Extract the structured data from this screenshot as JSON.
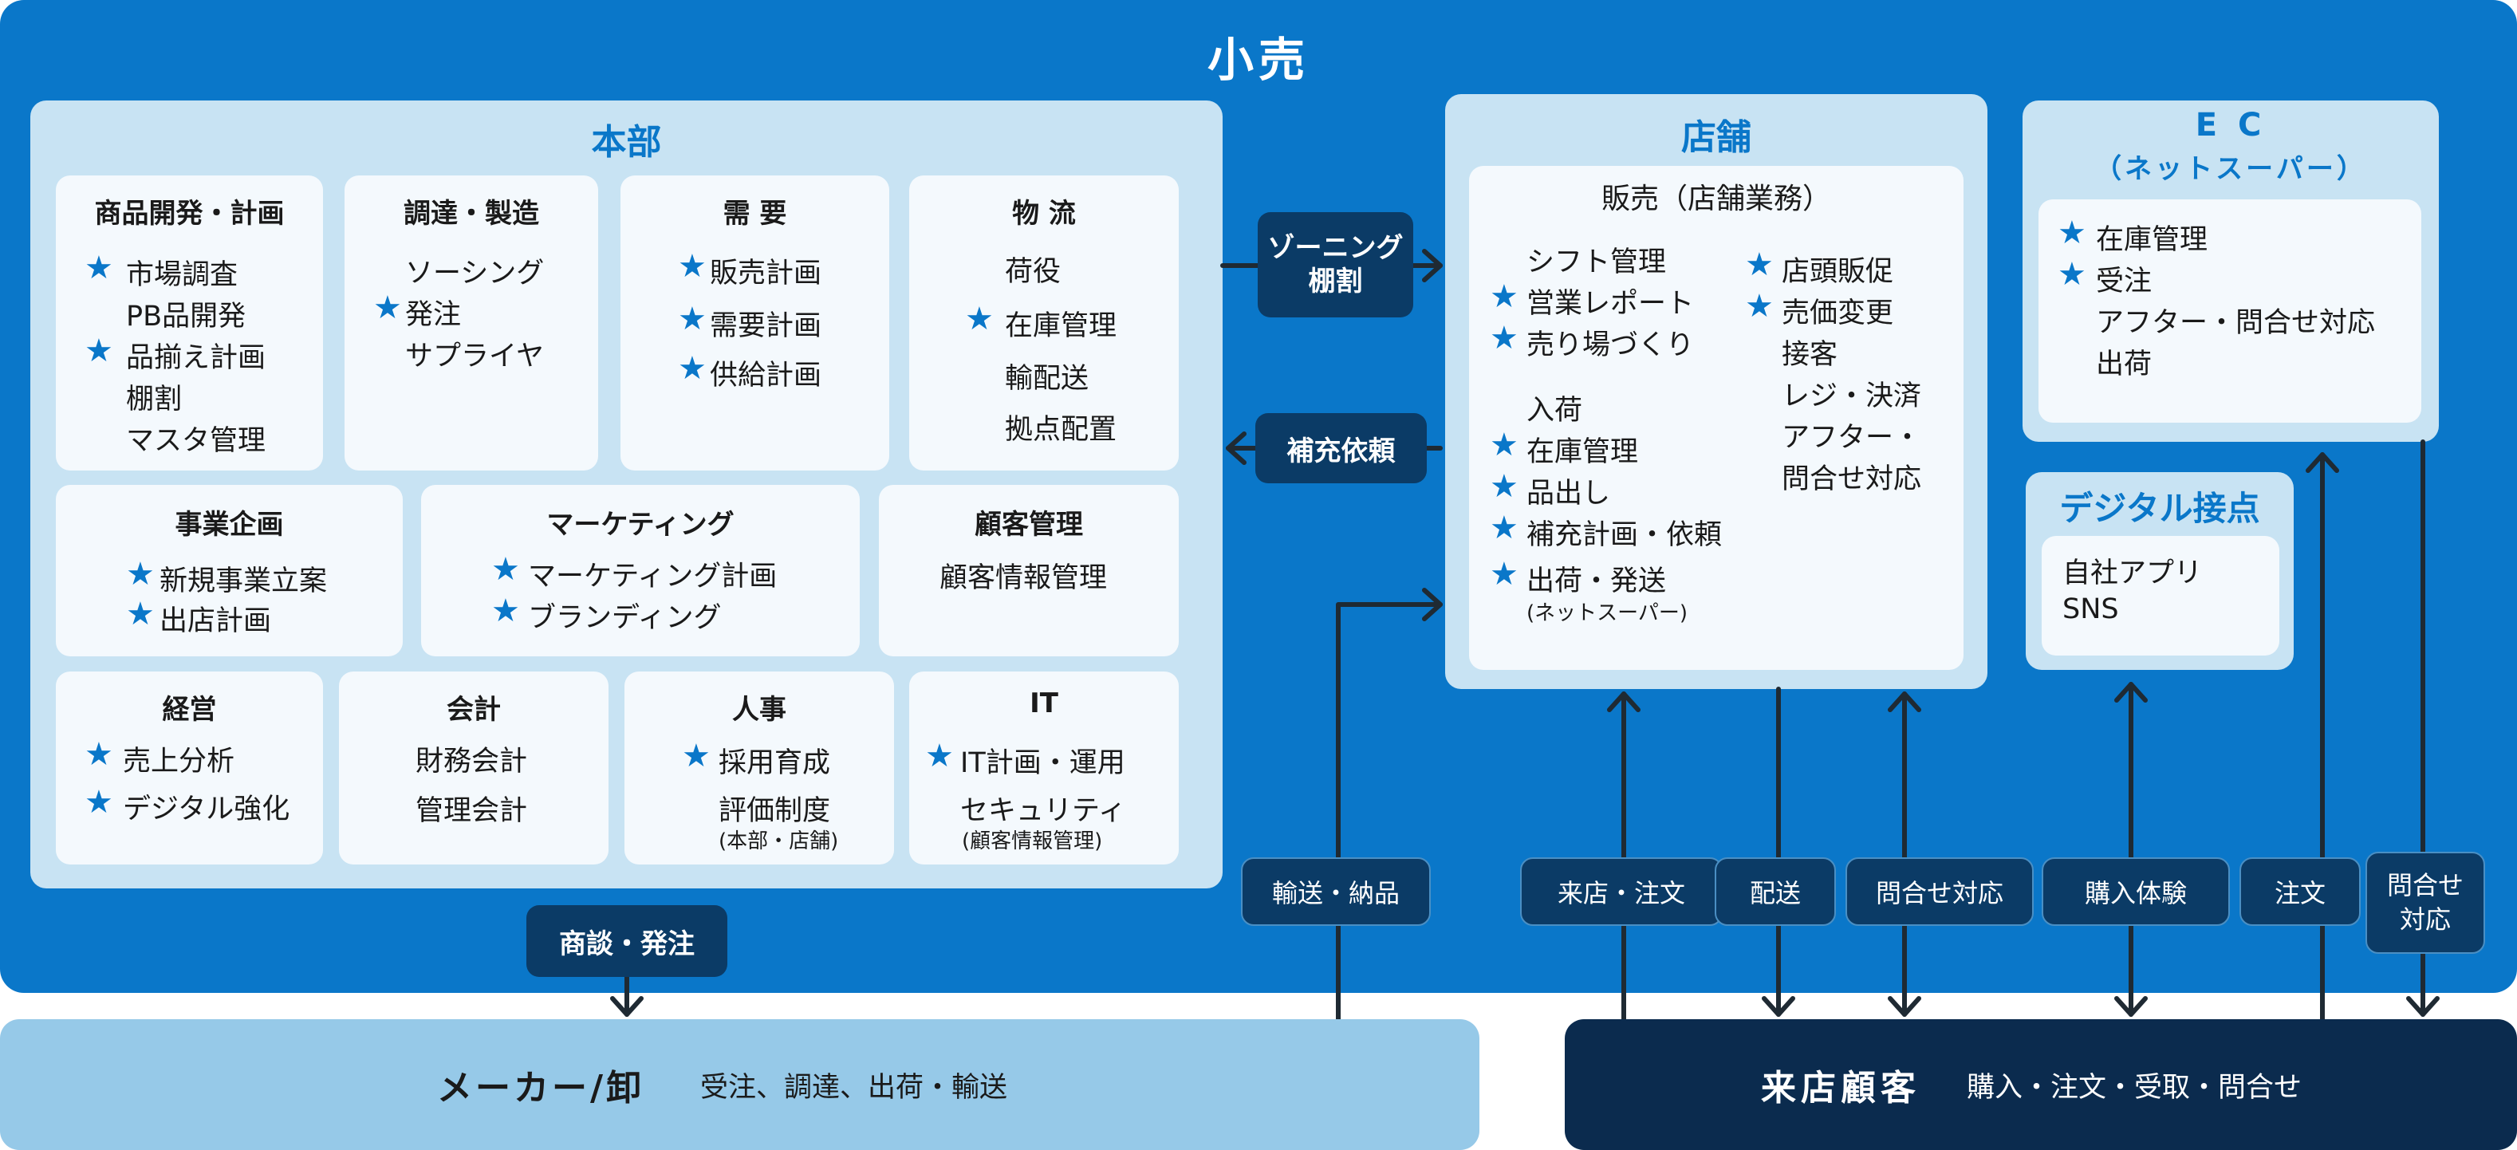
{
  "title": "小売",
  "headquarters": {
    "title": "本部",
    "row1": [
      {
        "title": "商品開発・計画",
        "items": [
          {
            "star": true,
            "text": "市場調査"
          },
          {
            "star": false,
            "text": "PB品開発"
          },
          {
            "star": true,
            "text": "品揃え計画"
          },
          {
            "star": false,
            "text": "棚割"
          },
          {
            "star": false,
            "text": "マスタ管理"
          }
        ]
      },
      {
        "title": "調達・製造",
        "items": [
          {
            "star": false,
            "text": "ソーシング"
          },
          {
            "star": true,
            "text": "発注"
          },
          {
            "star": false,
            "text": "サプライヤ"
          }
        ]
      },
      {
        "title": "需 要",
        "items": [
          {
            "star": true,
            "text": "販売計画"
          },
          {
            "star": true,
            "text": "需要計画"
          },
          {
            "star": true,
            "text": "供給計画"
          }
        ]
      },
      {
        "title": "物 流",
        "items": [
          {
            "star": false,
            "text": "荷役"
          },
          {
            "star": true,
            "text": "在庫管理"
          },
          {
            "star": false,
            "text": "輸配送"
          },
          {
            "star": false,
            "text": "拠点配置"
          }
        ]
      }
    ],
    "row2": [
      {
        "title": "事業企画",
        "items": [
          {
            "star": true,
            "text": "新規事業立案"
          },
          {
            "star": true,
            "text": "出店計画"
          }
        ]
      },
      {
        "title": "マーケティング",
        "items": [
          {
            "star": true,
            "text": "マーケティング計画"
          },
          {
            "star": true,
            "text": "ブランディング"
          }
        ]
      },
      {
        "title": "顧客管理",
        "items": [
          {
            "star": false,
            "text": "顧客情報管理"
          }
        ]
      }
    ],
    "row3": [
      {
        "title": "経営",
        "items": [
          {
            "star": true,
            "text": "売上分析"
          },
          {
            "star": true,
            "text": "デジタル強化"
          }
        ]
      },
      {
        "title": "会計",
        "items": [
          {
            "star": false,
            "text": "財務会計"
          },
          {
            "star": false,
            "text": "管理会計"
          }
        ]
      },
      {
        "title": "人事",
        "items": [
          {
            "star": true,
            "text": "採用育成"
          },
          {
            "star": false,
            "text": "評価制度"
          }
        ],
        "note": "(本部・店舗)"
      },
      {
        "title": "IT",
        "items": [
          {
            "star": true,
            "text": "IT計画・運用"
          },
          {
            "star": false,
            "text": "セキュリティ"
          }
        ],
        "note": "(顧客情報管理)"
      }
    ]
  },
  "store": {
    "title": "店舗",
    "subtitle": "販売（店舗業務）",
    "left": [
      {
        "star": false,
        "text": "シフト管理"
      },
      {
        "star": true,
        "text": "営業レポート"
      },
      {
        "star": true,
        "text": "売り場づくり"
      },
      {
        "star": false,
        "text": "入荷"
      },
      {
        "star": true,
        "text": "在庫管理"
      },
      {
        "star": true,
        "text": "品出し"
      },
      {
        "star": true,
        "text": "補充計画・依頼"
      },
      {
        "star": true,
        "text": "出荷・発送"
      }
    ],
    "left_note": "(ネットスーパー)",
    "right": [
      {
        "star": true,
        "text": "店頭販促"
      },
      {
        "star": true,
        "text": "売価変更"
      },
      {
        "star": false,
        "text": "接客"
      },
      {
        "star": false,
        "text": "レジ・決済"
      },
      {
        "star": false,
        "text": "アフター・"
      },
      {
        "star": false,
        "text": "問合せ対応"
      }
    ]
  },
  "ec": {
    "title_line1": "E C",
    "title_line2": "（ネットスーパー）",
    "items": [
      {
        "star": true,
        "text": "在庫管理"
      },
      {
        "star": true,
        "text": "受注"
      },
      {
        "star": false,
        "text": "アフター・問合せ対応"
      },
      {
        "star": false,
        "text": "出荷"
      }
    ]
  },
  "digital": {
    "title": "デジタル接点",
    "items": [
      "自社アプリ",
      "SNS"
    ]
  },
  "connectors": {
    "zoning_line1": "ゾーニング",
    "zoning_line2": "棚割",
    "replenish": "補充依頼",
    "negotiation": "商談・発注",
    "transport": "輸送・納品",
    "visit_order": "来店・注文",
    "delivery": "配送",
    "inquiry_response": "問合せ対応",
    "purchase_experience": "購入体験",
    "order": "注文",
    "inquiry_line1": "問合せ",
    "inquiry_line2": "対応"
  },
  "maker": {
    "title": "メーカー/卸",
    "desc": "受注、調達、出荷・輸送"
  },
  "customer": {
    "title": "来店顧客",
    "desc": "購入・注文・受取・問合せ"
  },
  "colors": {
    "primary": "#0A77C9",
    "panel": "#C8E3F3",
    "card": "#F4F9FD",
    "navy": "#0B3B66",
    "maker": "#96C9E8",
    "customer": "#0B2B4E"
  }
}
